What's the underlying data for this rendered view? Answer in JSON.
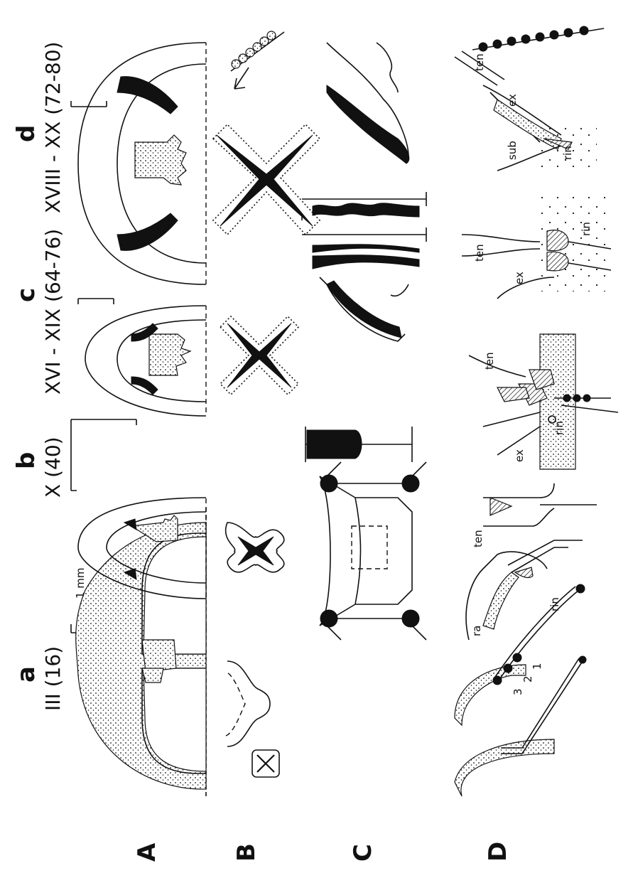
{
  "rows": [
    "A",
    "B",
    "C",
    "D"
  ],
  "columns": [
    {
      "letter": "a",
      "stage": "III (16)"
    },
    {
      "letter": "b",
      "stage": "X (40)"
    },
    {
      "letter": "c",
      "stage": "XVI - XIX (64-76)"
    },
    {
      "letter": "d",
      "stage": "XVIII - XX (72-80)"
    }
  ],
  "scale_label": "1 mm",
  "tentacle_nodes": [
    "3",
    "2",
    "1"
  ],
  "labels": {
    "ra": "ra",
    "rin": "rin",
    "ten": "ten",
    "ex": "ex",
    "sub": "sub"
  }
}
